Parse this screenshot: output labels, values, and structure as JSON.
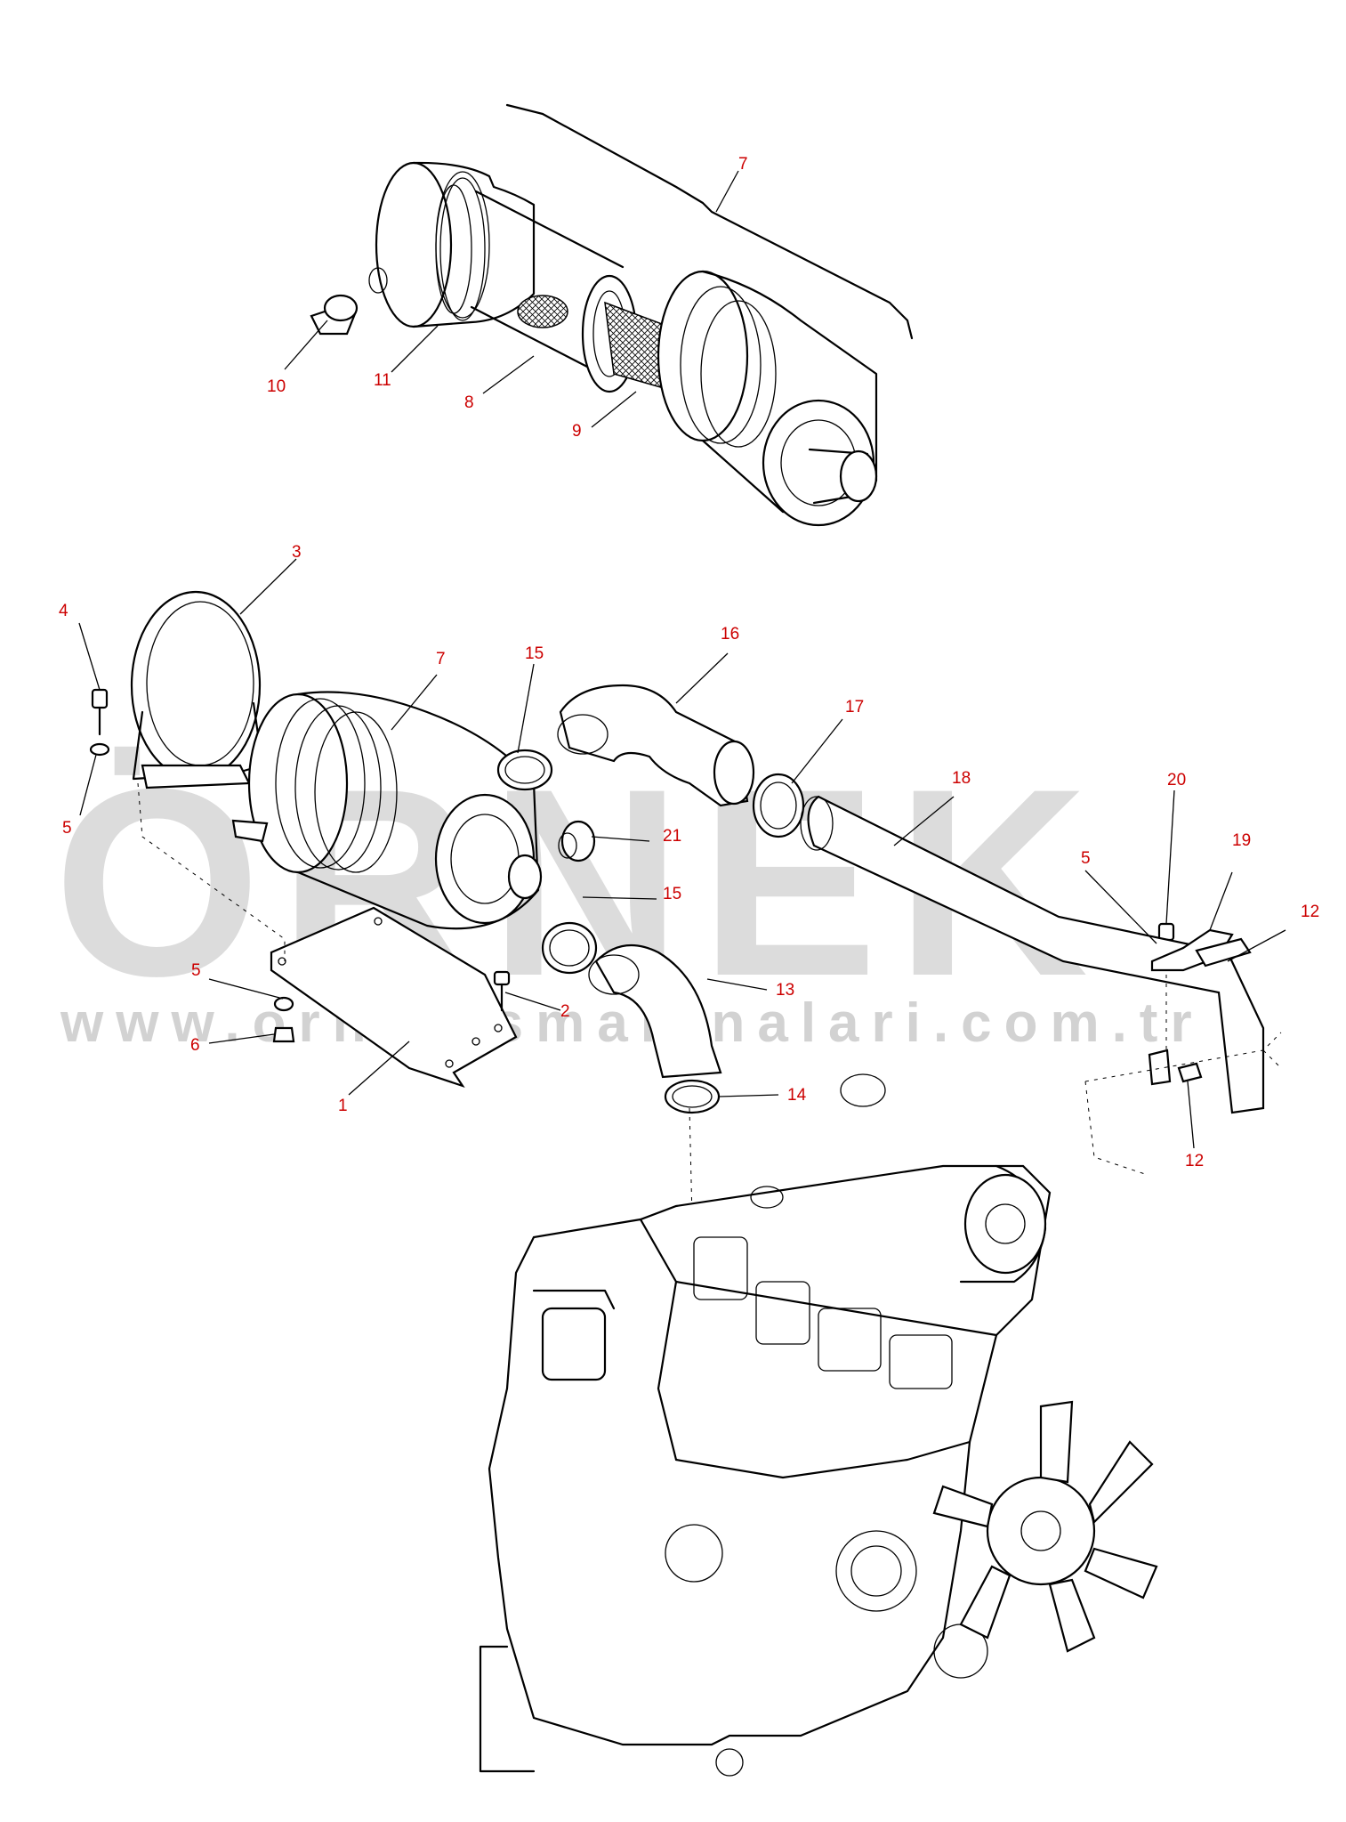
{
  "watermark": {
    "brand": "ÖRNEK",
    "url": "www.ornekismakinalari.com.tr",
    "brand_color": "#dcdcdc"
  },
  "callout_color": "#cc0000",
  "callouts": [
    "7",
    "10",
    "11",
    "8",
    "9",
    "3",
    "4",
    "7",
    "5",
    "15",
    "16",
    "17",
    "18",
    "21",
    "15",
    "20",
    "5",
    "19",
    "12",
    "5",
    "2",
    "6",
    "1",
    "13",
    "14",
    "12"
  ]
}
